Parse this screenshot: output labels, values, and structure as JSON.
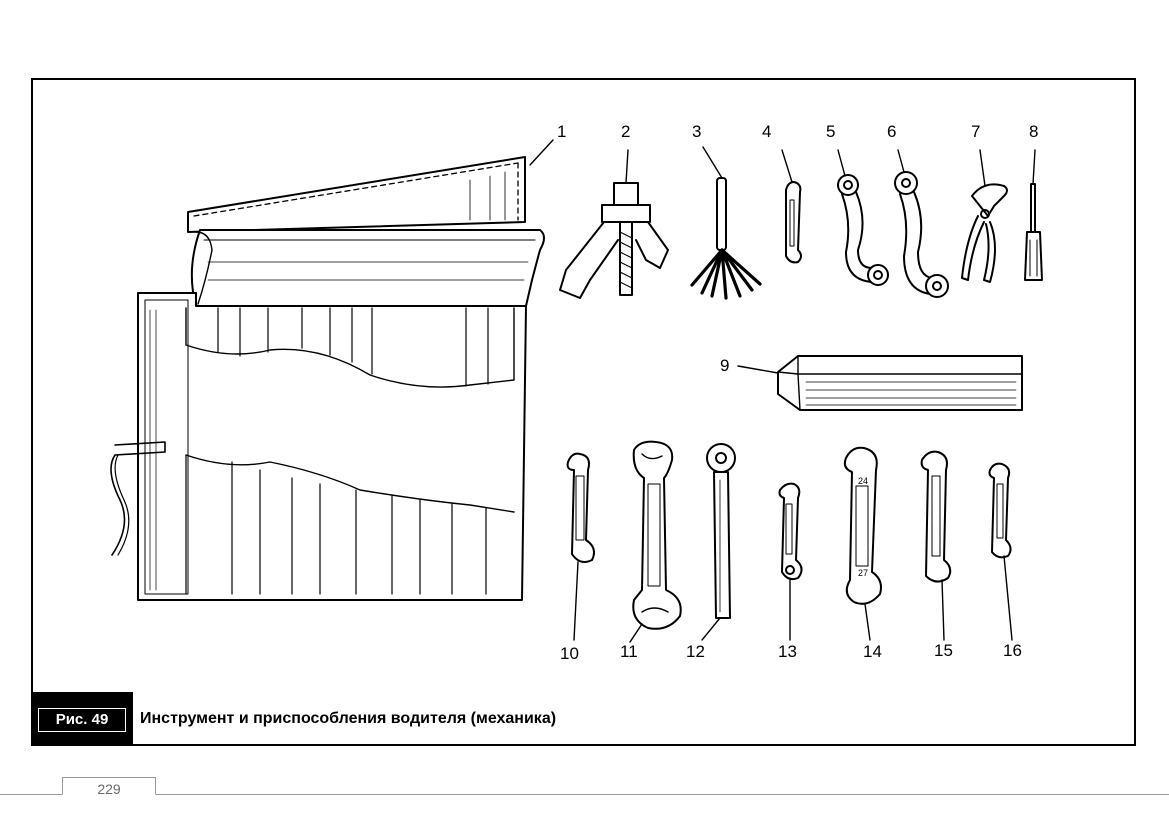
{
  "figure": {
    "number": "Рис. 49",
    "caption": "Инструмент и приспособления водителя (механика)"
  },
  "callouts": [
    "1",
    "2",
    "3",
    "4",
    "5",
    "6",
    "7",
    "8",
    "9",
    "10",
    "11",
    "12",
    "13",
    "14",
    "15",
    "16"
  ],
  "wrench_markings": {
    "w14_top": "24",
    "w14_bottom": "27"
  },
  "page_number": "229"
}
